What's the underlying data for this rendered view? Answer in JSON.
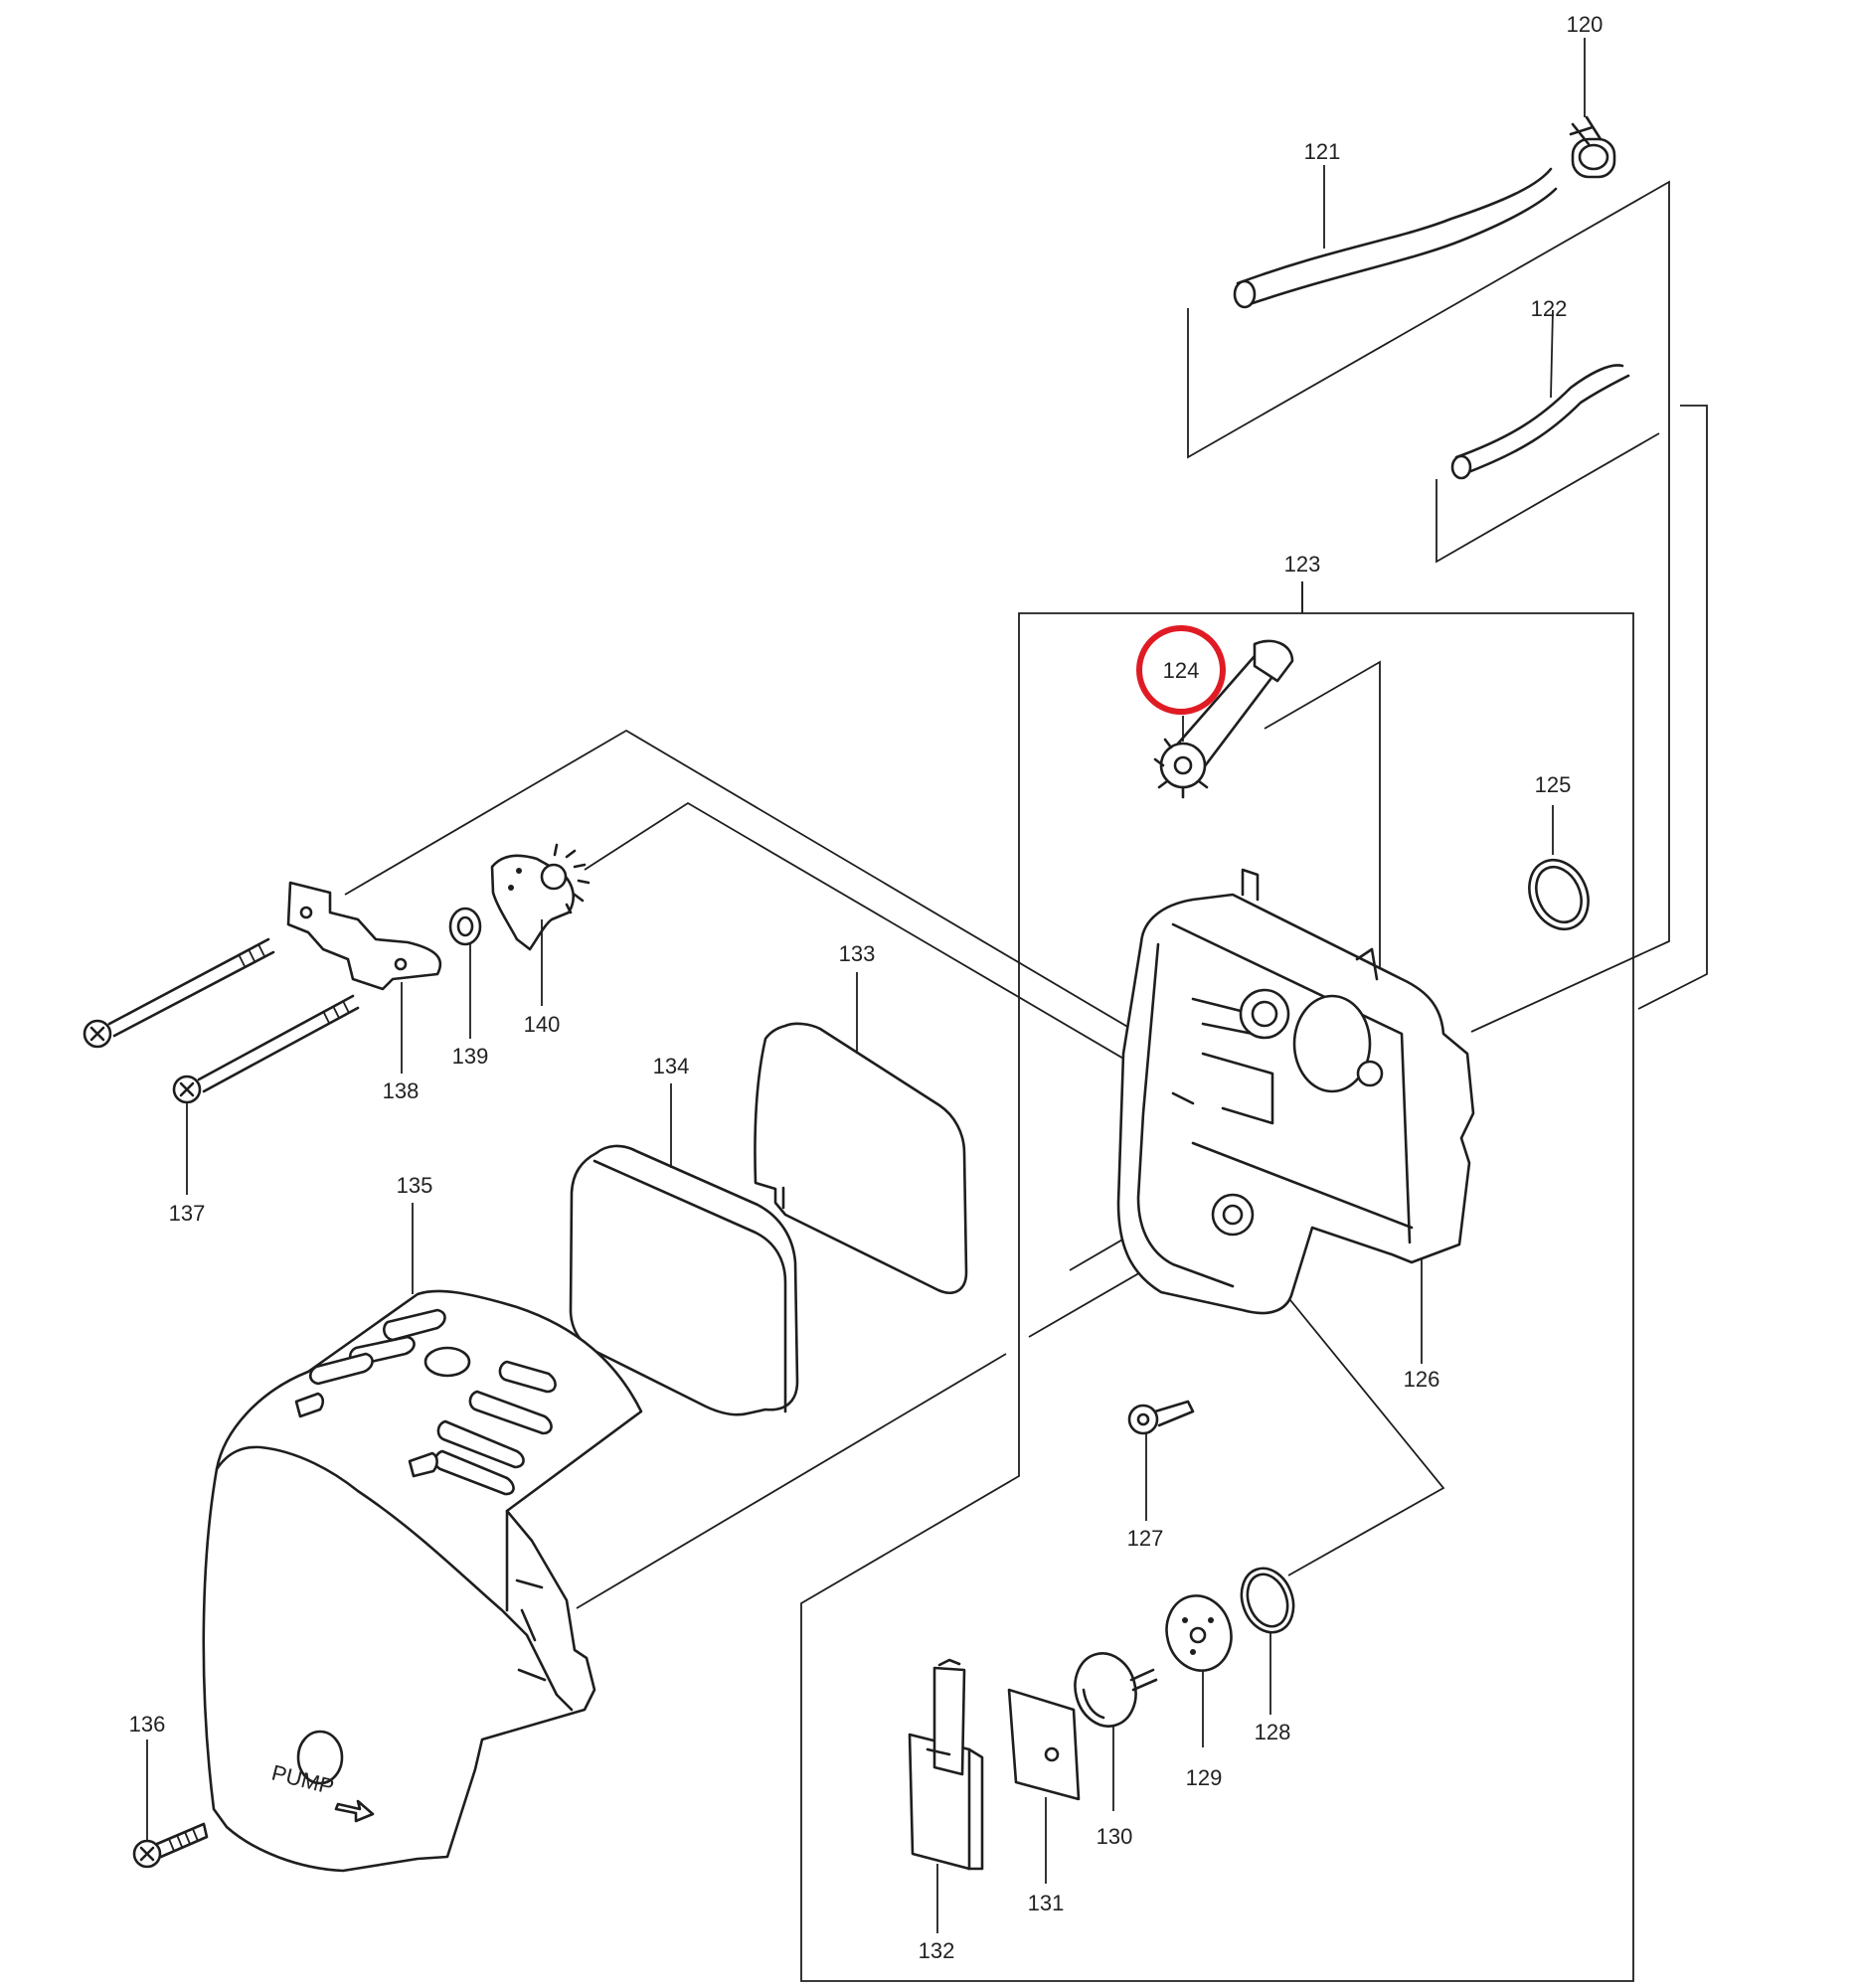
{
  "diagram": {
    "type": "exploded-parts-diagram",
    "highlight_color": "#e01b24",
    "highlighted_part": "124",
    "parts": [
      {
        "id": "p120",
        "label": "120"
      },
      {
        "id": "p121",
        "label": "121"
      },
      {
        "id": "p122",
        "label": "122"
      },
      {
        "id": "p123",
        "label": "123"
      },
      {
        "id": "p124",
        "label": "124"
      },
      {
        "id": "p125",
        "label": "125"
      },
      {
        "id": "p126",
        "label": "126"
      },
      {
        "id": "p127",
        "label": "127"
      },
      {
        "id": "p128",
        "label": "128"
      },
      {
        "id": "p129",
        "label": "129"
      },
      {
        "id": "p130",
        "label": "130"
      },
      {
        "id": "p131",
        "label": "131"
      },
      {
        "id": "p132",
        "label": "132"
      },
      {
        "id": "p133",
        "label": "133"
      },
      {
        "id": "p134",
        "label": "134"
      },
      {
        "id": "p135",
        "label": "135"
      },
      {
        "id": "p136",
        "label": "136"
      },
      {
        "id": "p137",
        "label": "137"
      },
      {
        "id": "p138",
        "label": "138"
      },
      {
        "id": "p139",
        "label": "139"
      },
      {
        "id": "p140",
        "label": "140"
      }
    ],
    "cover_text": "PUMP"
  }
}
